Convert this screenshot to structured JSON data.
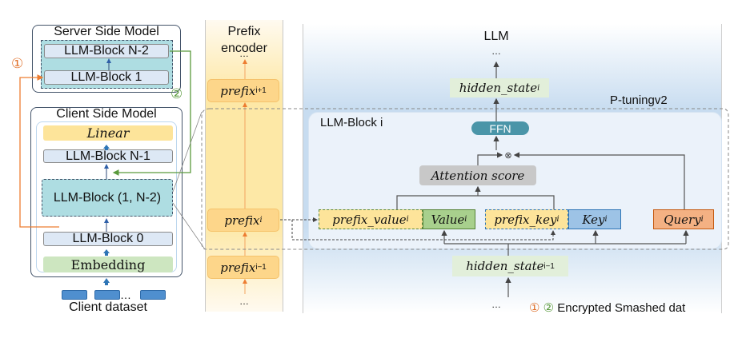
{
  "server": {
    "title": "Server Side Model",
    "blocks": [
      "LLM-Block N-2",
      "LLM-Block 1"
    ]
  },
  "client": {
    "title": "Client Side Model",
    "linear": "Linear",
    "block_n1": "LLM-Block N-1",
    "block_range": "LLM-Block (1, N-2)",
    "block0": "LLM-Block 0",
    "embedding": "Embedding",
    "dataset_label": "Client dataset",
    "dataset_ellipsis": "…"
  },
  "markers": {
    "one": "①",
    "two": "②"
  },
  "prefix_encoder": {
    "title_line1": "Prefix",
    "title_line2": "encoder",
    "top_ellipsis": "…",
    "bottom_ellipsis": "…",
    "items": [
      {
        "base": "prefix",
        "sub": "i+1"
      },
      {
        "base": "prefix",
        "sub": "i"
      },
      {
        "base": "prefix",
        "sub": "i−1"
      }
    ]
  },
  "llm": {
    "title": "LLM",
    "top_ellipsis": "…",
    "bottom_ellipsis": "…",
    "hidden_out": {
      "base": "hidden_state",
      "sub": "i"
    },
    "hidden_in": {
      "base": "hidden_state",
      "sub": "i−1"
    },
    "ptuning_label": "P-tuningv2",
    "block_label": "LLM-Block i",
    "ffn": "FFN",
    "multiply": "⊗",
    "attention": "Attention score",
    "prefix_value": {
      "base": "prefix_value",
      "sub": "i"
    },
    "value": {
      "base": "Value",
      "sub": "i"
    },
    "prefix_key": {
      "base": "prefix_key",
      "sub": "i"
    },
    "key": {
      "base": "Key",
      "sub": "i"
    },
    "query": {
      "base": "Query",
      "sub": "i"
    }
  },
  "legend": {
    "one": "①",
    "two": "②",
    "text": "Encrypted Smashed dat"
  },
  "colors": {
    "orange_marker": "#e0702a",
    "green_marker": "#5a9a3c",
    "block_fill": "#dde8f5",
    "teal_fill": "#aedde2",
    "linear_fill": "#fde49a",
    "embedding_fill": "#cde6c0",
    "prefix_fill": "#fdd68a",
    "ffn_fill": "#4a95a8",
    "value_fill": "#a8d08d",
    "key_fill": "#9dc3e6",
    "query_fill": "#f4b183",
    "attention_fill": "#c8c8c8"
  }
}
